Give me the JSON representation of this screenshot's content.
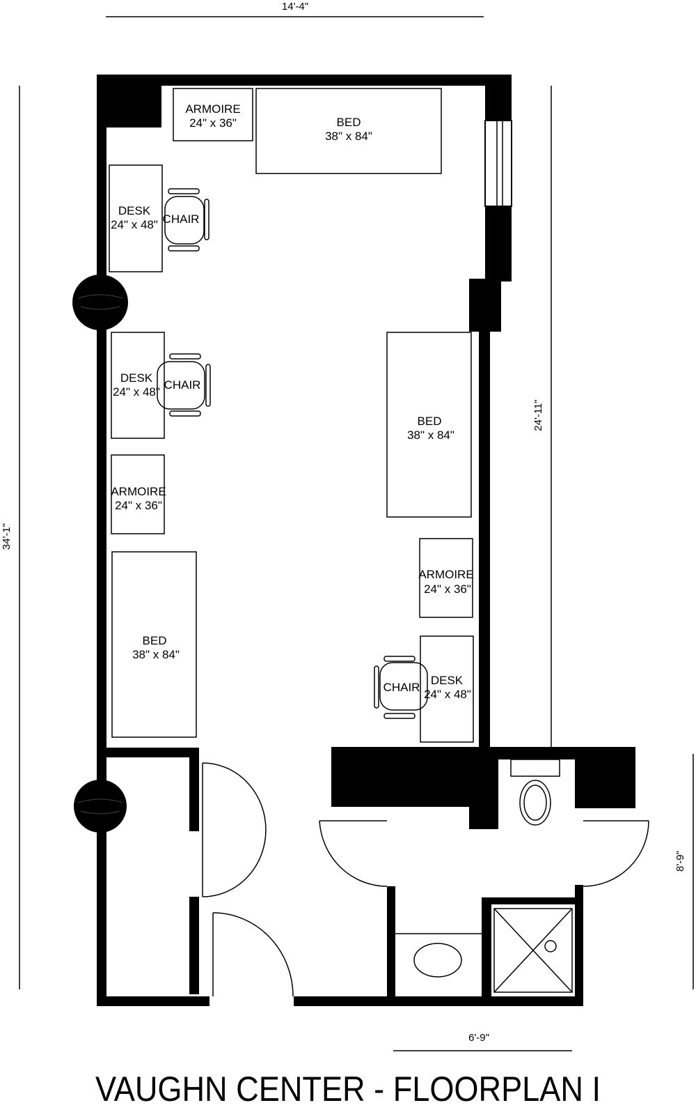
{
  "title": "VAUGHN CENTER - FLOORPLAN I",
  "dimensions": {
    "top_width": "14'-4\"",
    "left_height": "34'-1\"",
    "right_height": "24'-11\"",
    "bath_height": "8'-9\"",
    "bath_width": "6'-9\""
  },
  "furniture": {
    "armoire_label": "ARMOIRE",
    "armoire_size": "24\" x 36\"",
    "bed_label": "BED",
    "bed_size": "38\" x 84\"",
    "desk_label": "DESK",
    "desk_size": "24\" x 48\"",
    "chair_label": "CHAIR"
  }
}
